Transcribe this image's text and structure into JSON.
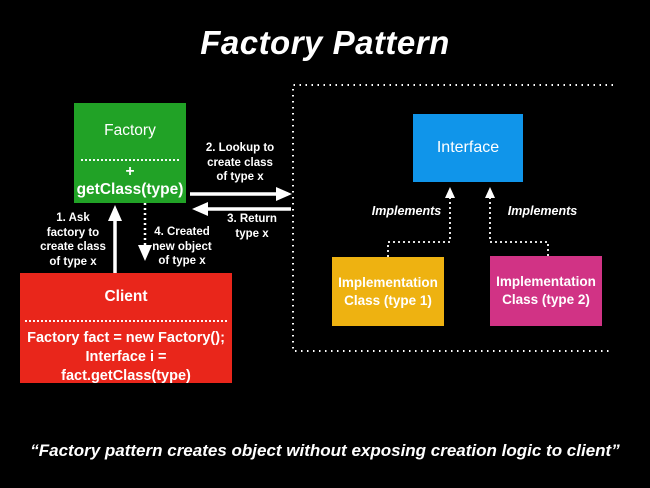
{
  "title": "Factory Pattern",
  "quote": "“Factory pattern creates object without exposing creation logic to client”",
  "colors": {
    "background": "#000000",
    "factory_box": "#21a226",
    "client_box": "#e9261b",
    "interface_box": "#1095ea",
    "impl1_box": "#eeb211",
    "impl2_box": "#d13385",
    "text": "#ffffff"
  },
  "nodes": {
    "factory": {
      "title": "Factory",
      "method": "+ getClass(type)"
    },
    "client": {
      "title": "Client",
      "code": "Factory fact = new Factory();\nInterface i = fact.getClass(type)"
    },
    "interface": {
      "title": "Interface"
    },
    "impl1": {
      "label": "Implementation\nClass (type 1)"
    },
    "impl2": {
      "label": "Implementation\nClass (type 2)"
    }
  },
  "edges": {
    "ask": "1. Ask\nfactory to\ncreate class\nof type x",
    "lookup": "2. Lookup to\ncreate class\nof type x",
    "return": "3. Return\ntype x",
    "created": "4. Created\nnew object\nof type x",
    "implements_left": "Implements",
    "implements_right": "Implements"
  }
}
